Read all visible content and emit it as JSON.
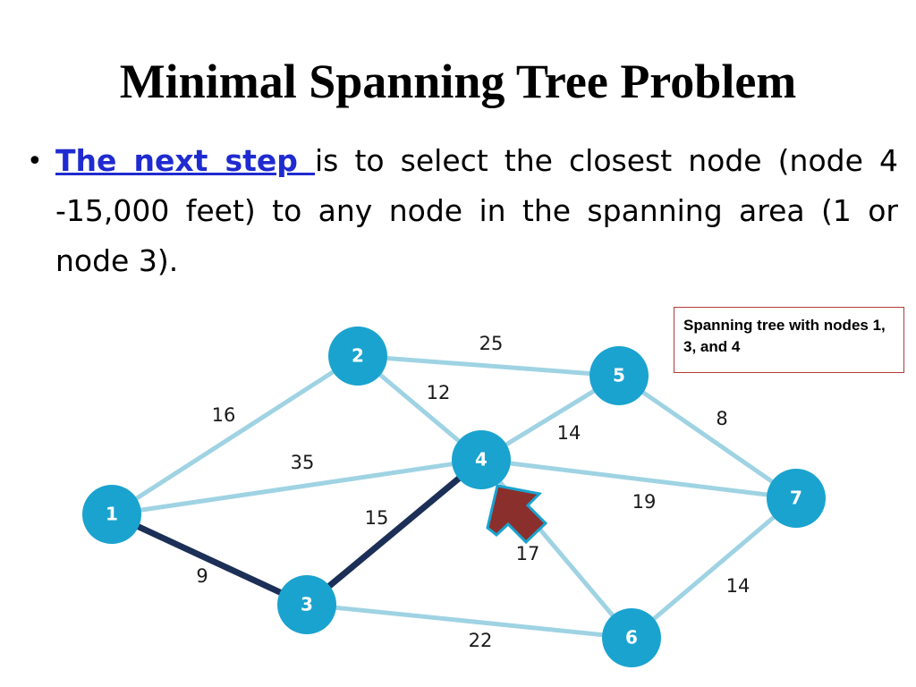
{
  "slide": {
    "title": "Minimal Spanning Tree Problem",
    "bullet": {
      "highlight": "The next step ",
      "text": "is to select the closest node (node 4 -15,000 feet) to any node in the spanning area (1 or node 3)."
    },
    "callout": "Spanning tree with nodes 1, 3, and 4"
  },
  "colors": {
    "node_fill": "#1aa3cf",
    "edge_light": "#9fd3e3",
    "edge_selected": "#1b2f57",
    "arrow_fill": "#8b2f2c",
    "arrow_stroke": "#1aa3cf",
    "highlight_text": "#1f2bd0"
  },
  "graph": {
    "nodes": [
      {
        "id": "1",
        "label": "1"
      },
      {
        "id": "2",
        "label": "2"
      },
      {
        "id": "3",
        "label": "3"
      },
      {
        "id": "4",
        "label": "4"
      },
      {
        "id": "5",
        "label": "5"
      },
      {
        "id": "6",
        "label": "6"
      },
      {
        "id": "7",
        "label": "7"
      }
    ],
    "edges": [
      {
        "from": "1",
        "to": "2",
        "weight": "16",
        "selected": false
      },
      {
        "from": "1",
        "to": "4",
        "weight": "35",
        "selected": false
      },
      {
        "from": "1",
        "to": "3",
        "weight": "9",
        "selected": true
      },
      {
        "from": "2",
        "to": "5",
        "weight": "25",
        "selected": false
      },
      {
        "from": "2",
        "to": "4",
        "weight": "12",
        "selected": false
      },
      {
        "from": "3",
        "to": "4",
        "weight": "15",
        "selected": true
      },
      {
        "from": "3",
        "to": "6",
        "weight": "22",
        "selected": false
      },
      {
        "from": "4",
        "to": "5",
        "weight": "14",
        "selected": false
      },
      {
        "from": "4",
        "to": "7",
        "weight": "19",
        "selected": false
      },
      {
        "from": "4",
        "to": "6",
        "weight": "17",
        "selected": false
      },
      {
        "from": "5",
        "to": "7",
        "weight": "8",
        "selected": false
      },
      {
        "from": "6",
        "to": "7",
        "weight": "14",
        "selected": false
      }
    ],
    "pointer_target": "4"
  }
}
